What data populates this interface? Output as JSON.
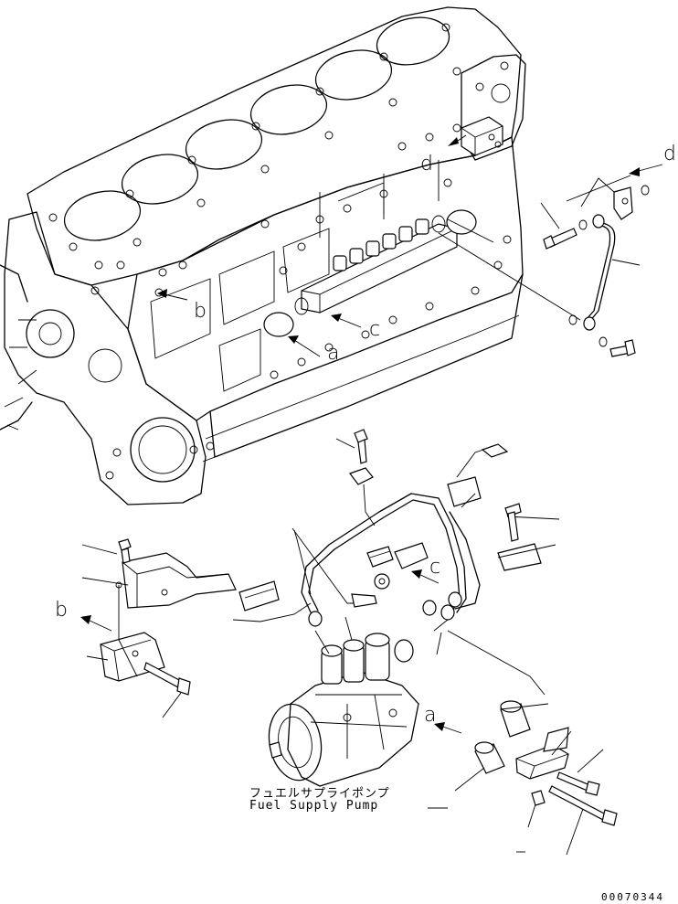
{
  "callouts": {
    "a_block": "a",
    "b_block": "b",
    "c_block": "c",
    "d_block": "d",
    "d_arrow": "d",
    "b_bracket": "b",
    "c_pipe": "c",
    "a_spacer": "a"
  },
  "caption": {
    "jp": "フュエルサプライポンプ",
    "en": "Fuel Supply Pump"
  },
  "drawing_code": "00070344"
}
